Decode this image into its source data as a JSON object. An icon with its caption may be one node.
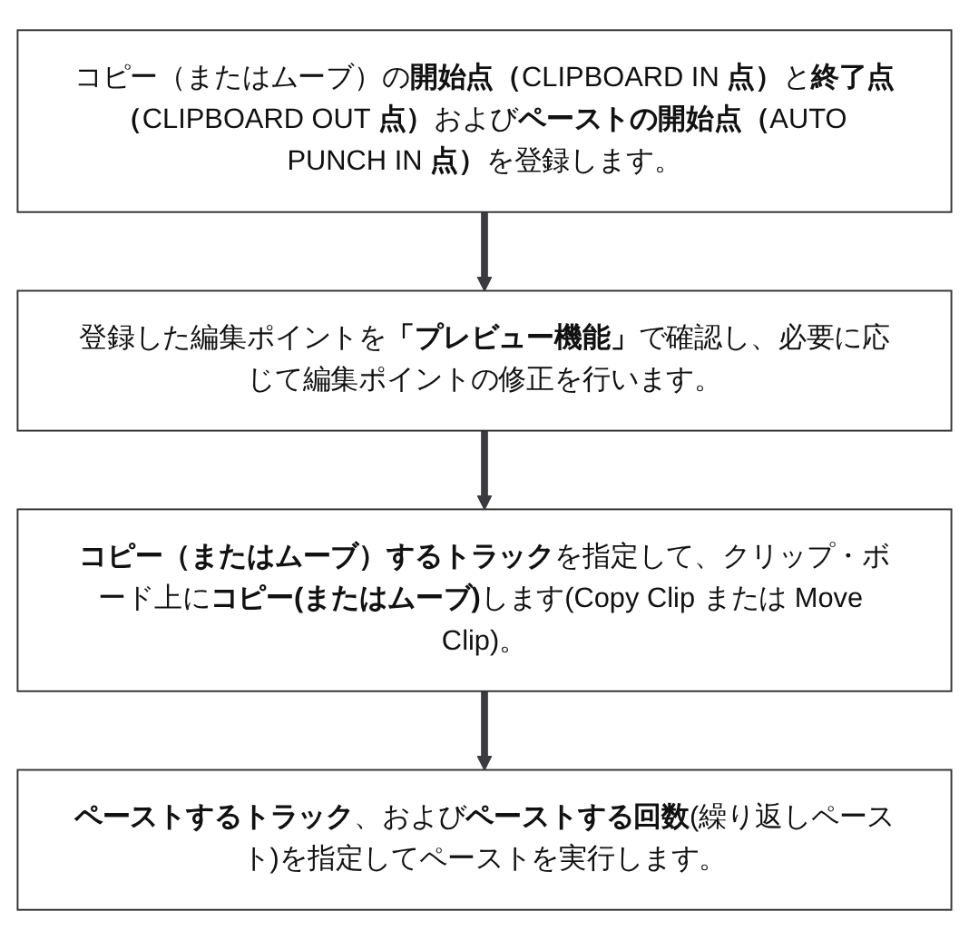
{
  "diagram": {
    "nodes": [
      {
        "text": [
          "コピー（またはムーブ）の**開始点（**CLIPBOARD IN **点）**と**終了点（**CLIPBOARD OUT **点）**および**ペーストの開始点（**AUTO PUNCH IN **点）**を登録します。"
        ]
      },
      {
        "text": [
          "登録した編集ポイントを**「プレビュー機能」**で確認し、必要に応じて編集ポイントの修正を行います。"
        ]
      },
      {
        "text": [
          "**コピー（またはムーブ）するトラック**を指定して、クリップ・ボード上に**コピー(またはムーブ)**します(Copy Clip または Move Clip)。"
        ]
      },
      {
        "text": [
          "**ペーストするトラック**、および**ペーストする回数**(繰り返しペースト)を指定してペーストを実行します。"
        ]
      }
    ],
    "edges": [
      {
        "from": 0,
        "to": 1,
        "arrow": "to"
      },
      {
        "from": 1,
        "to": 2,
        "arrow": "to"
      },
      {
        "from": 2,
        "to": 3,
        "arrow": "to"
      }
    ]
  }
}
